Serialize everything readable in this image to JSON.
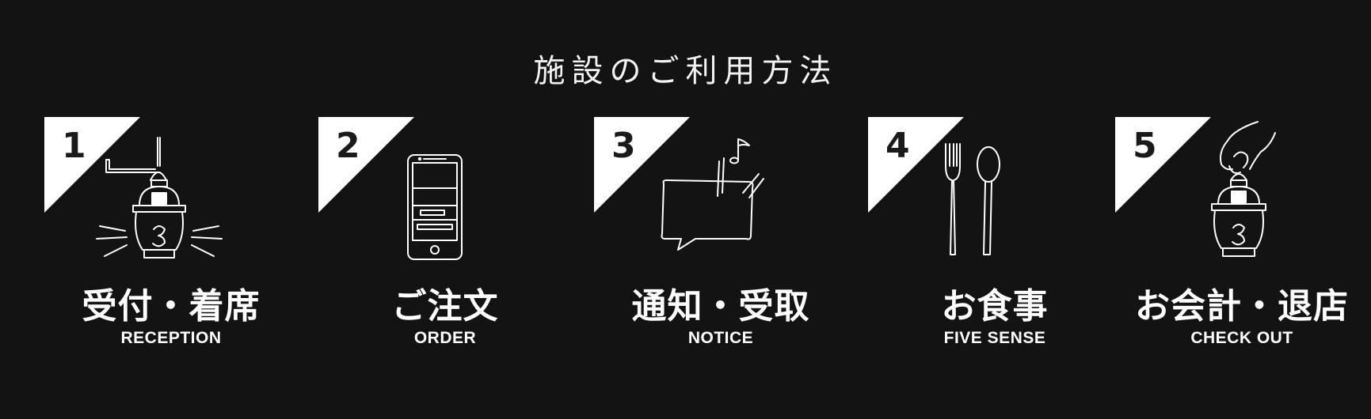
{
  "page": {
    "title": "施設のご利用方法"
  },
  "colors": {
    "background": "#131313",
    "foreground": "#ffffff",
    "badge_text": "#1a1a1a"
  },
  "steps": [
    {
      "number": "1",
      "label": "受付・着席",
      "sublabel": "RECEPTION",
      "icon": "lantern-light-icon"
    },
    {
      "number": "2",
      "label": "ご注文",
      "sublabel": "ORDER",
      "icon": "smartphone-icon"
    },
    {
      "number": "3",
      "label": "通知・受取",
      "sublabel": "NOTICE",
      "icon": "notification-bubble-icon"
    },
    {
      "number": "4",
      "label": "お食事",
      "sublabel": "FIVE SENSE",
      "icon": "fork-spoon-icon"
    },
    {
      "number": "5",
      "label": "お会計・退店",
      "sublabel": "CHECK OUT",
      "icon": "hand-lantern-icon"
    }
  ]
}
